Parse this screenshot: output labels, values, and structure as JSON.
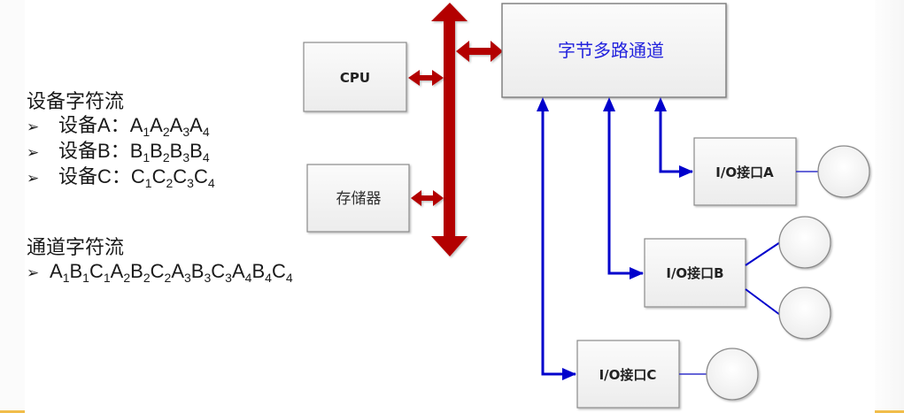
{
  "colors": {
    "bus": "#b30000",
    "link": "#0000cc",
    "box_border": "#8a8a8a",
    "channel_text": "#2222dd",
    "accent": "#f1bd4a"
  },
  "device_streams": {
    "title": "设备字符流",
    "bullet_icon": "arrow-bullet",
    "bullet_glyph": "➢",
    "items": [
      {
        "label": "设备A：",
        "sequence": [
          [
            "A",
            "1"
          ],
          [
            "A",
            "2"
          ],
          [
            "A",
            "3"
          ],
          [
            "A",
            "4"
          ]
        ]
      },
      {
        "label": "设备B：",
        "sequence": [
          [
            "B",
            "1"
          ],
          [
            "B",
            "2"
          ],
          [
            "B",
            "3"
          ],
          [
            "B",
            "4"
          ]
        ]
      },
      {
        "label": "设备C：",
        "sequence": [
          [
            "C",
            "1"
          ],
          [
            "C",
            "2"
          ],
          [
            "C",
            "3"
          ],
          [
            "C",
            "4"
          ]
        ]
      }
    ]
  },
  "channel_stream": {
    "title": "通道字符流",
    "sequence": [
      [
        "A",
        "1"
      ],
      [
        "B",
        "1"
      ],
      [
        "C",
        "1"
      ],
      [
        "A",
        "2"
      ],
      [
        "B",
        "2"
      ],
      [
        "C",
        "2"
      ],
      [
        "A",
        "3"
      ],
      [
        "B",
        "3"
      ],
      [
        "C",
        "3"
      ],
      [
        "A",
        "4"
      ],
      [
        "B",
        "4"
      ],
      [
        "C",
        "4"
      ]
    ]
  },
  "diagram": {
    "cpu_label": "CPU",
    "memory_label": "存储器",
    "channel_label": "字节多路通道",
    "io_a_label": "I/O接口A",
    "io_b_label": "I/O接口B",
    "io_c_label": "I/O接口C",
    "devices": [
      {
        "interface": "A",
        "count": 1
      },
      {
        "interface": "B",
        "count": 2
      },
      {
        "interface": "C",
        "count": 1
      }
    ]
  }
}
